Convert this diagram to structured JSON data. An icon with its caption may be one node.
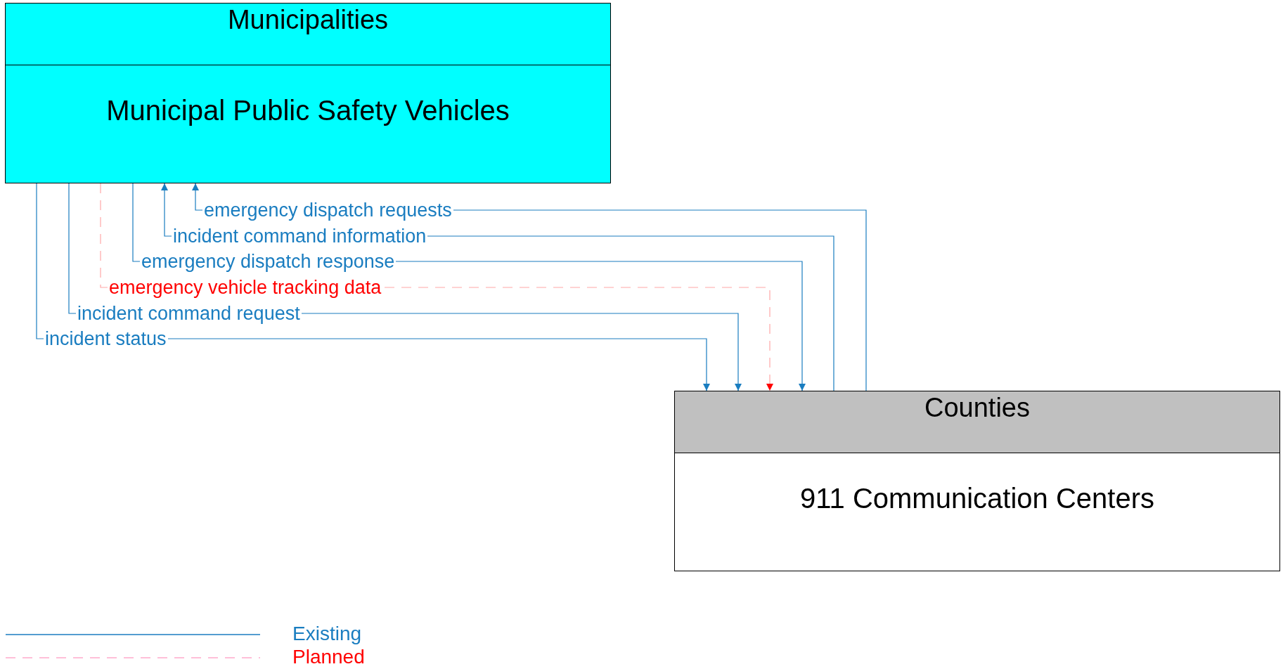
{
  "diagram": {
    "nodes": [
      {
        "text": [
          "Municipalities",
          "Municipal Public Safety Vehicles"
        ]
      },
      {
        "text": [
          "Counties",
          "911 Communication Centers"
        ]
      }
    ],
    "edges": [
      {
        "from": 1,
        "to": 0,
        "arrow": "to",
        "label": "emergency dispatch requests"
      },
      {
        "from": 1,
        "to": 0,
        "arrow": "to",
        "label": "incident command information"
      },
      {
        "from": 0,
        "to": 1,
        "arrow": "to",
        "label": "emergency dispatch response"
      },
      {
        "from": 0,
        "to": 1,
        "arrow": "to",
        "label": "emergency vehicle tracking data",
        "style": "dashed",
        "color": "#ff0000"
      },
      {
        "from": 0,
        "to": 1,
        "arrow": "to",
        "label": "incident command request"
      },
      {
        "from": 0,
        "to": 1,
        "arrow": "to",
        "label": "incident status"
      }
    ],
    "legend": [
      {
        "text": "Existing"
      },
      {
        "text": "Planned"
      }
    ]
  }
}
